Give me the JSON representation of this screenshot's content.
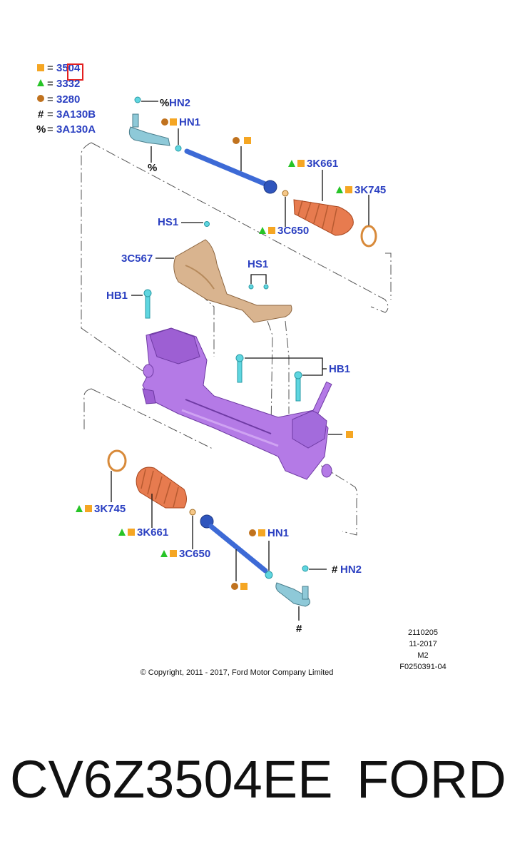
{
  "legend": [
    {
      "symbol_name": "orange-square",
      "color": "#f5a623",
      "eq": "=",
      "code": "3504"
    },
    {
      "symbol_name": "green-triangle",
      "color": "#27c427",
      "eq": "=",
      "code": "3332"
    },
    {
      "symbol_name": "brown-dot",
      "color": "#c0721e",
      "eq": "=",
      "code": "3280"
    },
    {
      "symbol_name": "hash",
      "glyph": "#",
      "eq": "=",
      "code": "3A130B"
    },
    {
      "symbol_name": "percent",
      "glyph": "%",
      "eq": "=",
      "code": "3A130A"
    }
  ],
  "callouts": {
    "hn2_top": "HN2",
    "hn2_top_prefix": "%",
    "hn1_top": "HN1",
    "k661_top": "3K661",
    "k745_top": "3K745",
    "c650_top": "3C650",
    "hs1_a": "HS1",
    "hs1_b": "HS1",
    "c567": "3C567",
    "hb1_left": "HB1",
    "hb1_right": "HB1",
    "k745_bot": "3K745",
    "k661_bot": "3K661",
    "c650_bot": "3C650",
    "hn1_bot": "HN1",
    "hn2_bot": "HN2",
    "hn2_bot_prefix": "#",
    "percent_mark": "%",
    "hash_mark": "#"
  },
  "doc_codes": [
    "2110205",
    "11-2017",
    "M2",
    "F0250391-04"
  ],
  "copyright": "© Copyright, 2011 - 2017, Ford Motor Company Limited",
  "part_number": "CV6Z3504EE",
  "brand": "FORD",
  "colors": {
    "label_blue": "#2a3fc1",
    "housing_purple": "#b47ae6",
    "boot_orange": "#e77b4f",
    "heatshield_tan": "#d9b48f",
    "bolt_cyan": "#5fd6e0",
    "highlight_red": "#e32020"
  }
}
